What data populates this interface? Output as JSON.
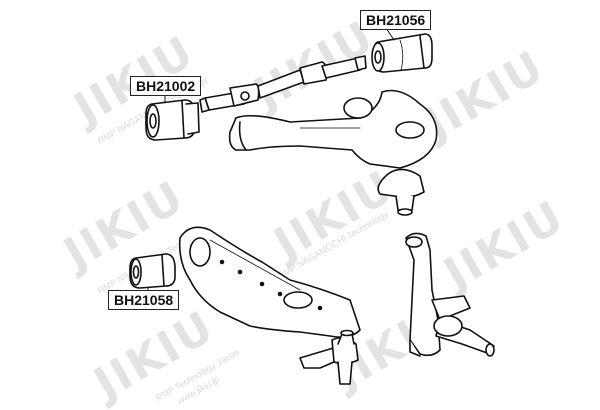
{
  "watermark": {
    "brand": "JIKIU",
    "tagline": "RMP NAGAMOCHI Technology",
    "tagline_jp": "RMP Technology Japan",
    "site": "www.jikiu.jp"
  },
  "callouts": [
    {
      "id": "bh21056",
      "code": "BH21056"
    },
    {
      "id": "bh21002",
      "code": "BH21002"
    },
    {
      "id": "bh21058",
      "code": "BH21058"
    }
  ],
  "colors": {
    "line": "#111111",
    "fill": "#ffffff",
    "watermark": "#e3e3e3"
  }
}
